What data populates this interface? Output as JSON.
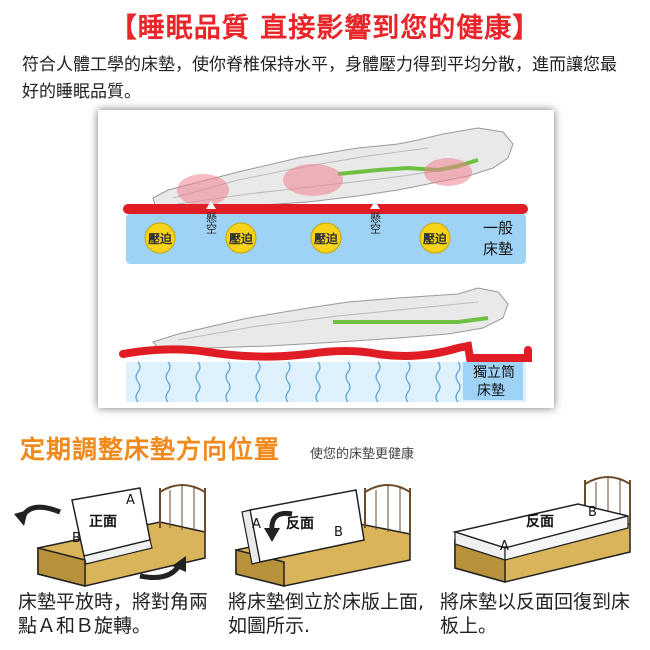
{
  "header": {
    "title": "【睡眠品質 直接影響到您的健康】",
    "intro": "符合人體工學的床墊，使你脊椎保持水平，身體壓力得到平均分散，進而讓您最好的睡眠品質。"
  },
  "figure": {
    "pressure_label": "壓迫",
    "gap_label": "懸空",
    "regular_mattress_line1": "一般",
    "regular_mattress_line2": "床墊",
    "pocket_mattress_line1": "獨立筒",
    "pocket_mattress_line2": "床墊"
  },
  "section": {
    "title": "定期調整床墊方向位置",
    "subtitle": "使您的床墊更健康"
  },
  "steps": [
    {
      "caption": "床墊平放時，將對角兩點Ａ和Ｂ旋轉。",
      "face_label": "正面",
      "point_a": "A",
      "point_b": "B"
    },
    {
      "caption": "將床墊倒立於床版上面,如圖所示.",
      "face_label": "反面",
      "point_a": "A",
      "point_b": "B"
    },
    {
      "caption": "將床墊以反面回復到床板上。",
      "face_label": "反面",
      "point_a": "A",
      "point_b": "B"
    }
  ],
  "colors": {
    "title_red": "#e8262a",
    "section_orange": "#f18a1c",
    "mattress_top_red": "#e01d24",
    "mattress_blue": "#9fd3f5",
    "pressure_badge_yellow": "#f7d31a",
    "spine_green": "#6dc041",
    "wood": "#d9b45a"
  }
}
